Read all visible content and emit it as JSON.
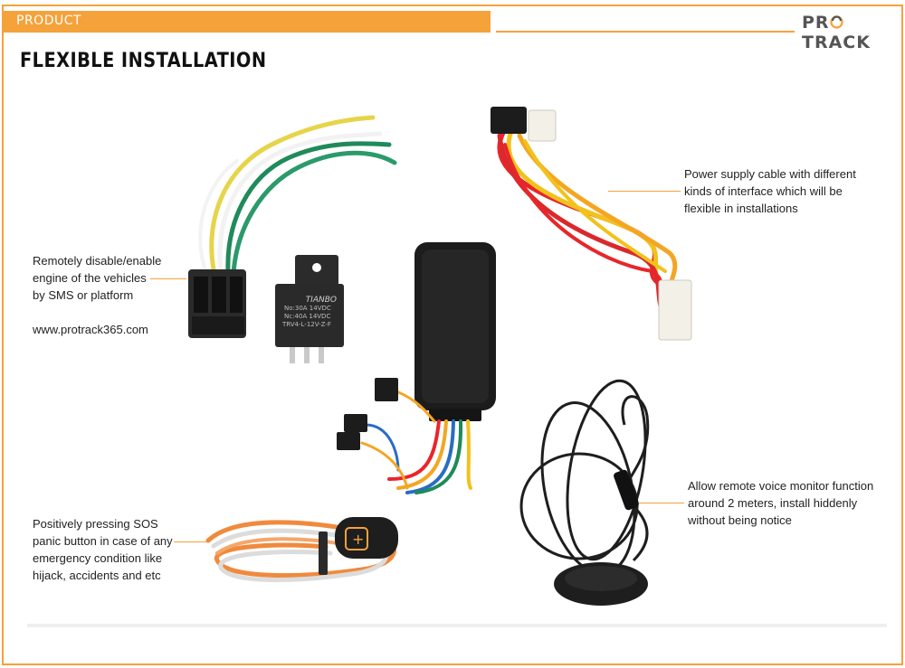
{
  "header": {
    "section_label": "PRODUCT",
    "brand": {
      "prefix": "PR",
      "suffix": "TRACK"
    }
  },
  "page_title": "FLEXIBLE INSTALLATION",
  "callouts": {
    "relay": {
      "lines": [
        "Remotely disable/enable",
        "engine of the vehicles",
        "by SMS or platform"
      ],
      "website": "www.protrack365.com"
    },
    "power_cable": {
      "lines": [
        "Power supply cable with different",
        "kinds of interface which will be",
        "flexible in installations"
      ]
    },
    "sos_button": {
      "lines": [
        "Positively pressing SOS",
        "panic button in case of any",
        "emergency condition like",
        "hijack, accidents and etc"
      ]
    },
    "microphone": {
      "lines": [
        "Allow remote voice monitor function",
        "around 2 meters, install hiddenly",
        "without being notice"
      ]
    }
  },
  "relay_label": {
    "brand": "TIANBO",
    "line1": "No:30A 14VDC",
    "line2": "Nc:40A 14VDC",
    "model": "TRV4-L-12V-Z-F"
  },
  "colors": {
    "accent": "#f5a23a",
    "device": "#1c1c1c"
  }
}
